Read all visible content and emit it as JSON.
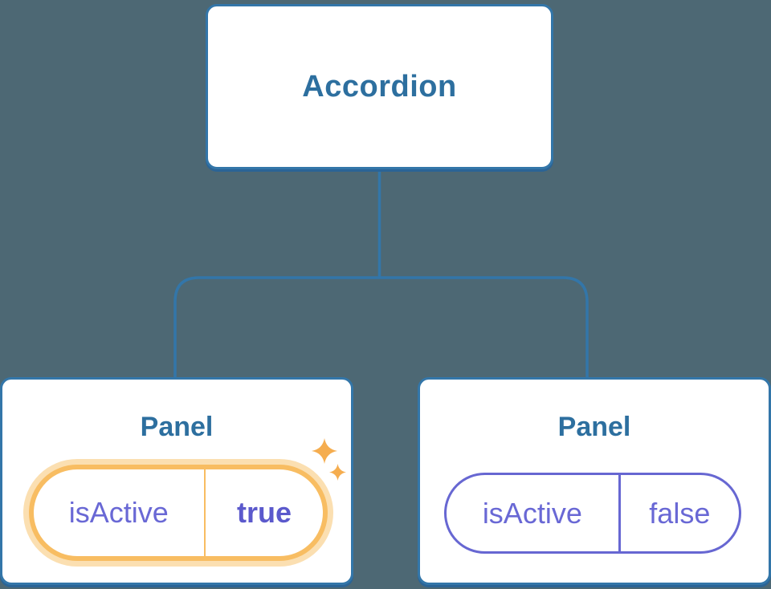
{
  "tree": {
    "root": {
      "label": "Accordion"
    },
    "panels": [
      {
        "title": "Panel",
        "prop_name": "isActive",
        "prop_value": "true",
        "highlighted": true
      },
      {
        "title": "Panel",
        "prop_name": "isActive",
        "prop_value": "false",
        "highlighted": false
      }
    ]
  },
  "icons": {
    "active_panel_decoration": "sparkle-icon"
  },
  "colors": {
    "background": "#4D6874",
    "node_background": "#FFFFFF",
    "node_border": "#3376A9",
    "node_border_shadow": "#2B6496",
    "node_title_text": "#2D6F9F",
    "prop_text": "#6968D5",
    "prop_value_active_text": "#5B59CC",
    "highlight_border": "#F8BD62",
    "highlight_halo": "#FBDFB1",
    "sparkle": "#F5AD4F"
  }
}
